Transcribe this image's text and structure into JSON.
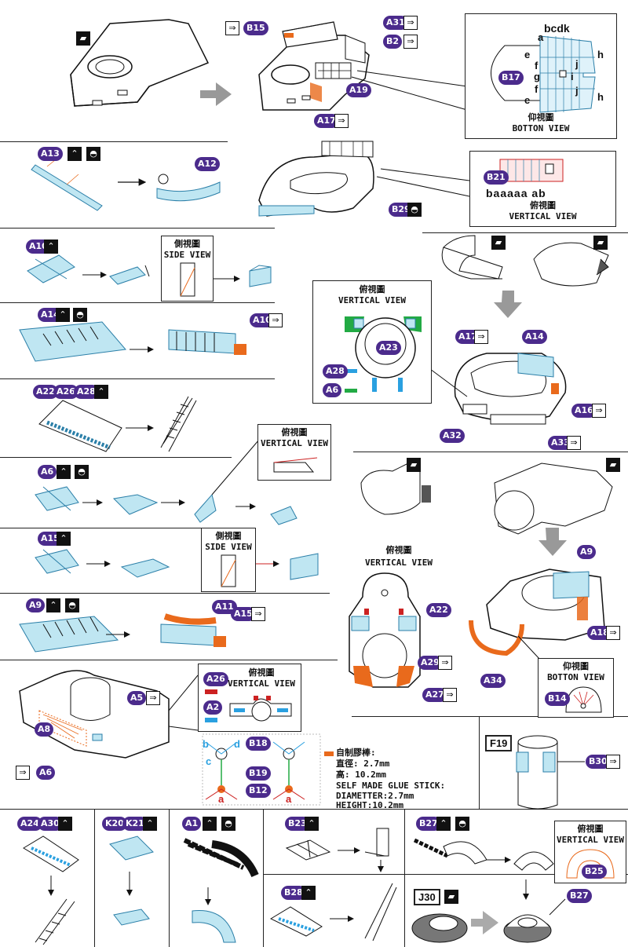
{
  "colors": {
    "badge": "#4b2b8c",
    "part": "#bfe6f2",
    "part_edge": "#2b7fa8",
    "orange": "#e96a1c",
    "red": "#cc2222",
    "green": "#22aa44",
    "cyan": "#2aa0e0"
  },
  "step1": {
    "badges": [
      "B15",
      "A31",
      "B2",
      "A19",
      "A17"
    ],
    "view": {
      "zh": "仰視圖",
      "en": "BOTTON VIEW",
      "part": "B17",
      "letters_top": "bcdk",
      "l_a": "a",
      "l_e1": "e",
      "l_f1": "f",
      "l_g": "g",
      "l_i": "i",
      "l_j1": "j",
      "l_j2": "j",
      "l_h1": "h",
      "l_h2": "h",
      "l_f2": "f",
      "l_e2": "e"
    }
  },
  "step2": {
    "badges": [
      "A13",
      "A12",
      "B29"
    ],
    "view": {
      "part": "B21",
      "letters": "baaaaa ab",
      "zh": "俯視圖",
      "en": "VERTICAL VIEW"
    }
  },
  "step3": {
    "badges": [
      "A10"
    ],
    "view": {
      "zh": "側視圖",
      "en": "SIDE VIEW"
    }
  },
  "step4": {
    "badges": [
      "A14",
      "A10"
    ]
  },
  "step5": {
    "badges": [
      "A22",
      "A26",
      "A28"
    ]
  },
  "step6": {
    "badges": [
      "A6"
    ],
    "view": {
      "zh": "俯視圖",
      "en": "VERTICAL VIEW"
    }
  },
  "step7": {
    "badges": [
      "A15"
    ],
    "view": {
      "zh": "側視圖",
      "en": "SIDE VIEW"
    }
  },
  "step8": {
    "badges": [
      "A9",
      "A11",
      "A15"
    ]
  },
  "right1": {
    "badges": [
      "A17",
      "A14",
      "A16",
      "A32",
      "A33"
    ],
    "view": {
      "zh": "俯視圖",
      "en": "VERTICAL VIEW",
      "part": "A23",
      "l1": "A28",
      "l2": "A6"
    }
  },
  "right2": {
    "badges": [
      "A9",
      "A18",
      "A34",
      "B14"
    ],
    "view": {
      "zh": "仰視圖",
      "en": "BOTTON VIEW"
    }
  },
  "right3": {
    "view": {
      "zh": "俯視圖",
      "en": "VERTICAL VIEW"
    },
    "badges": [
      "A22",
      "A29",
      "A27"
    ]
  },
  "step9": {
    "badges": [
      "A5",
      "A8",
      "A6"
    ],
    "view": {
      "zh": "俯視圖",
      "en": "VERTICAL VIEW",
      "k1": "A26",
      "k2": "A2"
    }
  },
  "glue": {
    "parts": [
      "B18",
      "B19",
      "B12"
    ],
    "zh_title": "自制膠棒:",
    "zh_d": "直徑: 2.7mm",
    "zh_h": "高: 10.2mm",
    "en_title": "SELF MADE GLUE STICK:",
    "en_d": "DIAMETTER:2.7mm",
    "en_h": "HEIGHT:10.2mm",
    "letters": {
      "b": "b",
      "c": "c",
      "d": "d",
      "a": "a"
    }
  },
  "f19": {
    "label": "F19",
    "badge": "B30"
  },
  "bottom": {
    "b1": [
      "A24",
      "A30"
    ],
    "b2": [
      "K20",
      "K21"
    ],
    "b3": [
      "A1"
    ],
    "b4": [
      "B23"
    ],
    "b5": [
      "B28"
    ],
    "b6": [
      "B27",
      "B27"
    ],
    "j30": "J30",
    "view": {
      "zh": "俯視圖",
      "en": "VERTICAL VIEW",
      "part": "B25"
    }
  },
  "icons": [
    "arrow-right-icon",
    "arrow-down-icon",
    "fold-up-icon",
    "fold-down-icon",
    "glue-icon",
    "attach-icon"
  ]
}
